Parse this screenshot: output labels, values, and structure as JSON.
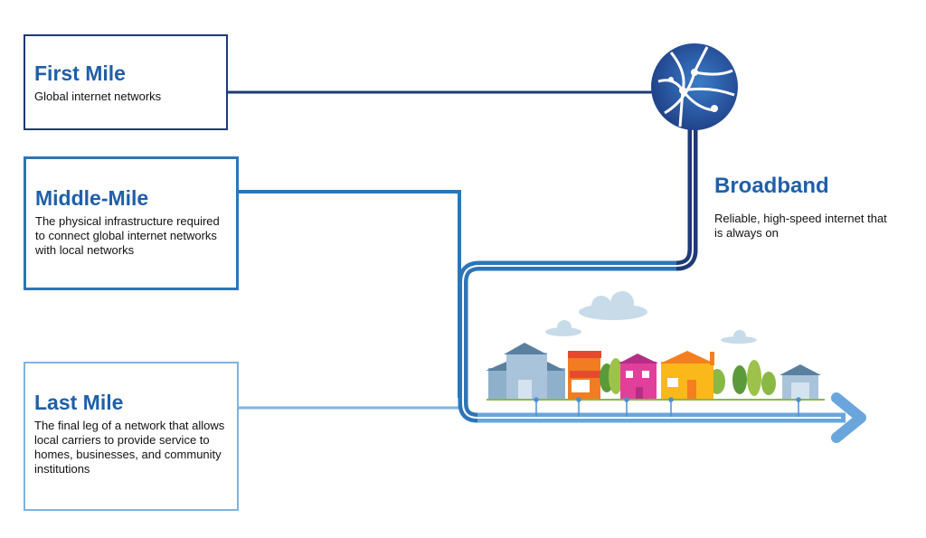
{
  "first_mile": {
    "title": "First Mile",
    "description": "Global internet networks"
  },
  "middle_mile": {
    "title": "Middle-Mile",
    "description": "The physical infrastructure required to connect global internet networks with local networks"
  },
  "last_mile": {
    "title": "Last Mile",
    "description": "The final leg of a network that allows local carriers to provide service to homes, businesses, and community institutions"
  },
  "broadband": {
    "title": "Broadband",
    "description": "Reliable, high-speed internet that is always on"
  },
  "icons": [
    "globe-network-icon",
    "school-icon",
    "house-icon",
    "tree-icon",
    "barn-icon",
    "cloud-icon",
    "arrow-right-icon"
  ],
  "colors": {
    "first_mile": "#1f3a75",
    "middle_mile": "#2e75b6",
    "last_mile": "#7fb3e0",
    "title": "#1f5fa8"
  }
}
